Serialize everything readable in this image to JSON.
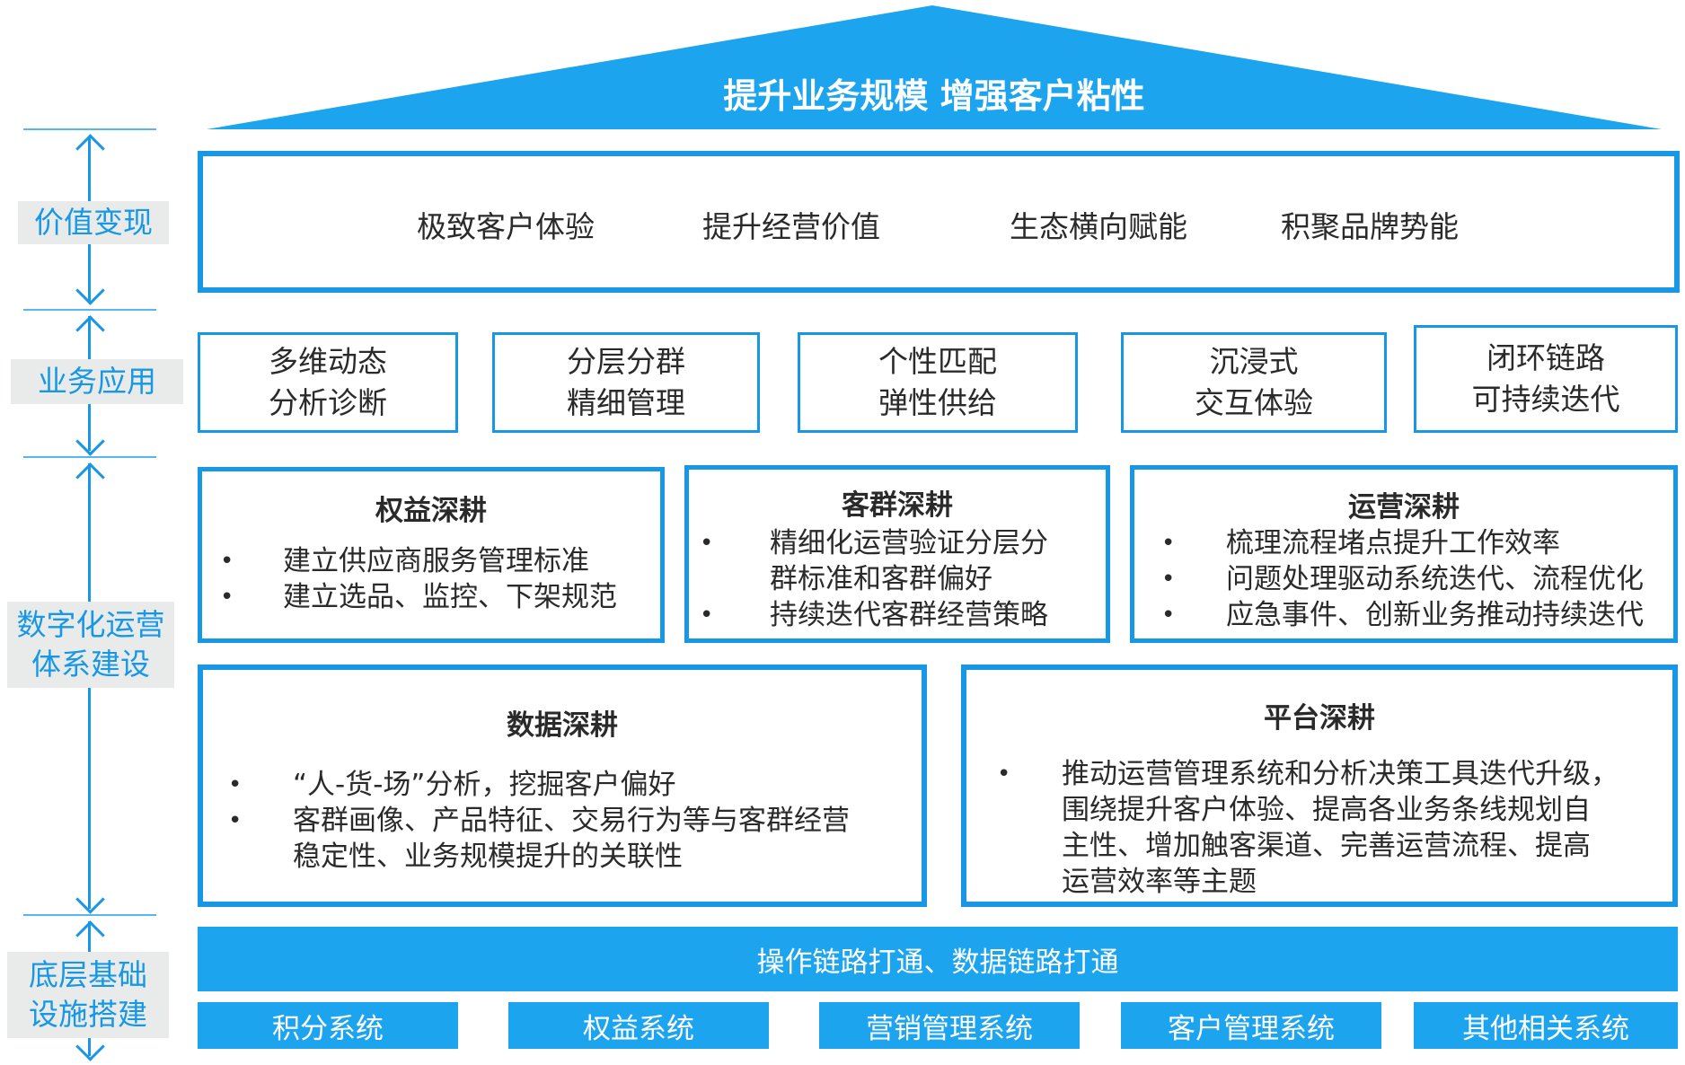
{
  "roof": {
    "title": "提升业务规模 增强客户粘性"
  },
  "side_labels": {
    "value": "价值变现",
    "business": "业务应用",
    "system": [
      "数字化运营",
      "体系建设"
    ],
    "foundation": [
      "底层基础",
      "设施搭建"
    ]
  },
  "values": [
    "极致客户体验",
    "提升经营价值",
    "生态横向赋能",
    "积聚品牌势能"
  ],
  "applications": [
    [
      "多维动态",
      "分析诊断"
    ],
    [
      "分层分群",
      "精细管理"
    ],
    [
      "个性匹配",
      "弹性供给"
    ],
    [
      "沉浸式",
      "交互体验"
    ],
    [
      "闭环链路",
      "可持续迭代"
    ]
  ],
  "sections": {
    "rights": {
      "title": "权益深耕",
      "bullets": [
        "建立供应商服务管理标准",
        "建立选品、监控、下架规范"
      ]
    },
    "customer": {
      "title": "客群深耕",
      "bullets": [
        "精细化运营验证分层分",
        "群标准和客群偏好",
        "持续迭代客群经营策略"
      ]
    },
    "operation": {
      "title": "运营深耕",
      "bullets": [
        "梳理流程堵点提升工作效率",
        "问题处理驱动系统迭代、流程优化",
        "应急事件、创新业务推动持续迭代"
      ]
    },
    "data": {
      "title": "数据深耕",
      "bullets": [
        "“人-货-场”分析，挖掘客户偏好",
        "客群画像、产品特征、交易行为等与客群经营",
        "稳定性、业务规模提升的关联性"
      ]
    },
    "platform": {
      "title": "平台深耕",
      "bullets": [
        "推动运营管理系统和分析决策工具迭代升级，",
        "围绕提升客户体验、提高各业务条线规划自",
        "主性、增加触客渠道、完善运营流程、提高",
        "运营效率等主题"
      ]
    }
  },
  "bullet_symbol": "•",
  "foundation_bar": "操作链路打通、数据链路打通",
  "systems": [
    "积分系统",
    "权益系统",
    "营销管理系统",
    "客户管理系统",
    "其他相关系统"
  ],
  "colors": {
    "primary": "#1797e4",
    "fill": "#1da4ee",
    "label_bg": "#e9ebeb"
  }
}
